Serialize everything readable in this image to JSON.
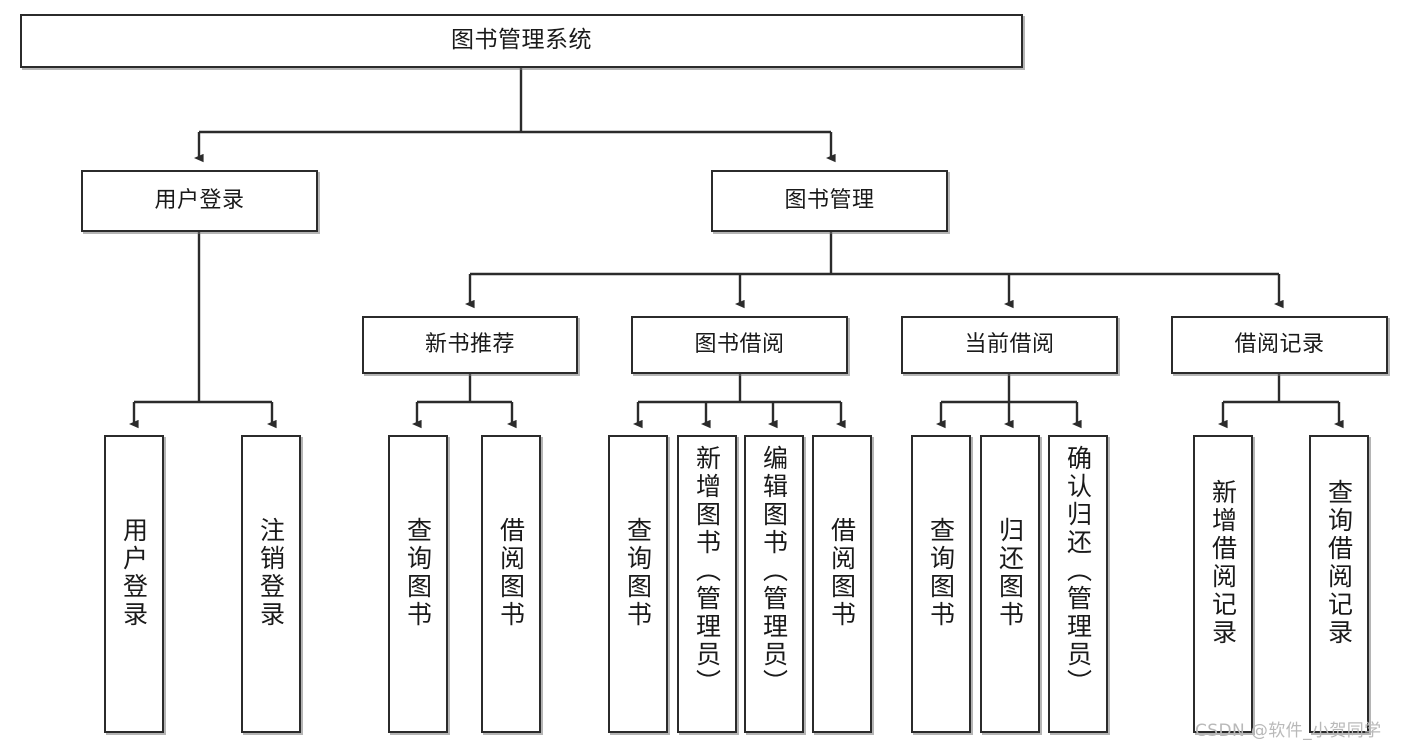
{
  "diagram": {
    "title": "图书管理系统",
    "type": "tree-hierarchy",
    "colors": {
      "box_border": "#2b2b2b",
      "box_fill": "#ffffff",
      "edge": "#2b2b2b",
      "text": "#1a1a1a",
      "watermark": "#b9b9b9"
    },
    "levels": {
      "root": {
        "label": "图书管理系统"
      },
      "level2": [
        {
          "label": "用户登录"
        },
        {
          "label": "图书管理"
        }
      ],
      "level3": [
        {
          "label": "新书推荐"
        },
        {
          "label": "图书借阅"
        },
        {
          "label": "当前借阅"
        },
        {
          "label": "借阅记录"
        }
      ],
      "leaves": {
        "user_login": [
          {
            "label": "用户登录"
          },
          {
            "label": "注销登录"
          }
        ],
        "new_book_recommend": [
          {
            "label": "查询图书"
          },
          {
            "label": "借阅图书"
          }
        ],
        "book_borrow": [
          {
            "label": "查询图书"
          },
          {
            "label": "新增图书（管理员）"
          },
          {
            "label": "编辑图书（管理员）"
          },
          {
            "label": "借阅图书"
          }
        ],
        "current_borrow": [
          {
            "label": "查询图书"
          },
          {
            "label": "归还图书"
          },
          {
            "label": "确认归还（管理员）"
          }
        ],
        "borrow_record": [
          {
            "label": "新增借阅记录"
          },
          {
            "label": "查询借阅记录"
          }
        ]
      }
    },
    "watermark": "CSDN @软件_小贺同学"
  }
}
